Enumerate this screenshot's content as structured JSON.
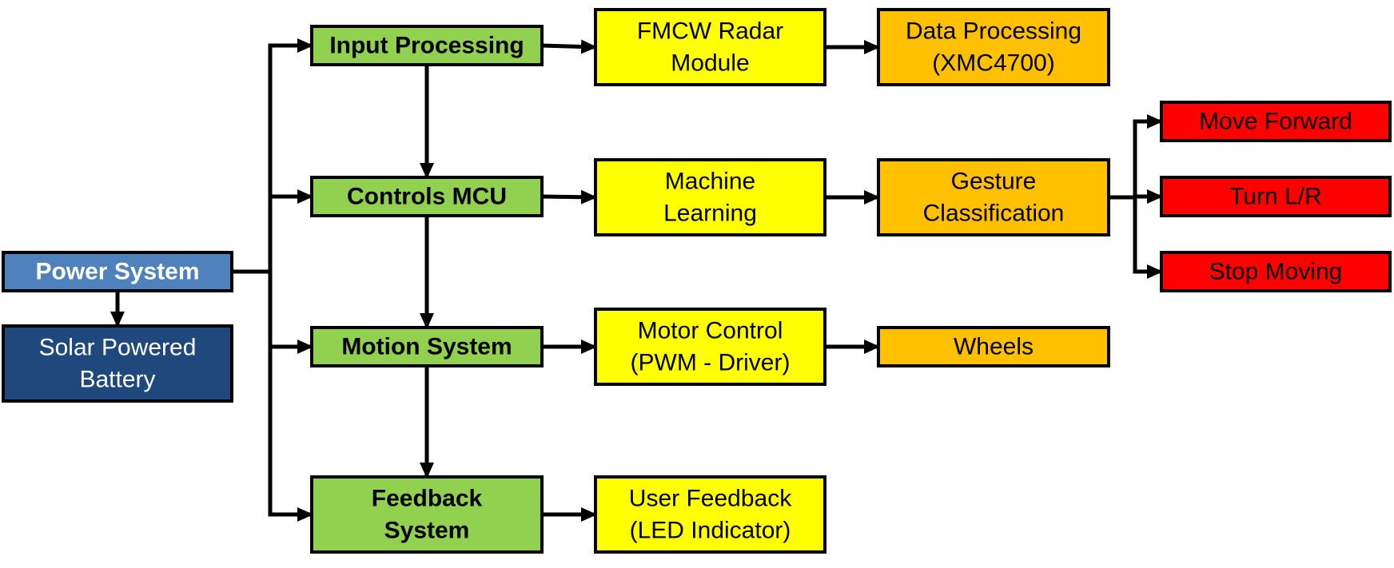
{
  "colors": {
    "green": "#92D050",
    "yellow": "#FFFF00",
    "orange": "#FFC000",
    "red": "#FF0000",
    "blue": "#4F81BD",
    "navy": "#1F497D",
    "line": "#000000"
  },
  "nodes": [
    {
      "id": "power-system",
      "lines": [
        "Power System"
      ],
      "fill": "blue",
      "text_color": "#FFFFFF",
      "bold": true
    },
    {
      "id": "solar-battery",
      "lines": [
        "Solar Powered",
        "Battery"
      ],
      "fill": "navy",
      "text_color": "#FFFFFF",
      "bold": false
    },
    {
      "id": "input-processing",
      "lines": [
        "Input Processing"
      ],
      "fill": "green",
      "text_color": "#000000",
      "bold": true
    },
    {
      "id": "controls-mcu",
      "lines": [
        "Controls MCU"
      ],
      "fill": "green",
      "text_color": "#000000",
      "bold": true
    },
    {
      "id": "motion-system",
      "lines": [
        "Motion System"
      ],
      "fill": "green",
      "text_color": "#000000",
      "bold": true
    },
    {
      "id": "feedback-system",
      "lines": [
        "Feedback",
        "System"
      ],
      "fill": "green",
      "text_color": "#000000",
      "bold": true
    },
    {
      "id": "fmcw-radar",
      "lines": [
        "FMCW Radar",
        "Module"
      ],
      "fill": "yellow",
      "text_color": "#000000",
      "bold": false
    },
    {
      "id": "machine-learning",
      "lines": [
        "Machine",
        "Learning"
      ],
      "fill": "yellow",
      "text_color": "#000000",
      "bold": false
    },
    {
      "id": "motor-control",
      "lines": [
        "Motor Control",
        "(PWM - Driver)"
      ],
      "fill": "yellow",
      "text_color": "#000000",
      "bold": false
    },
    {
      "id": "user-feedback",
      "lines": [
        "User Feedback",
        "(LED Indicator)"
      ],
      "fill": "yellow",
      "text_color": "#000000",
      "bold": false
    },
    {
      "id": "data-processing",
      "lines": [
        "Data Processing",
        "(XMC4700)"
      ],
      "fill": "orange",
      "text_color": "#000000",
      "bold": false
    },
    {
      "id": "gesture-classification",
      "lines": [
        "Gesture",
        "Classification"
      ],
      "fill": "orange",
      "text_color": "#000000",
      "bold": false
    },
    {
      "id": "wheels",
      "lines": [
        "Wheels"
      ],
      "fill": "orange",
      "text_color": "#000000",
      "bold": false
    },
    {
      "id": "move-forward",
      "lines": [
        "Move Forward"
      ],
      "fill": "red",
      "text_color": "#000000",
      "bold": false
    },
    {
      "id": "turn-lr",
      "lines": [
        "Turn L/R"
      ],
      "fill": "red",
      "text_color": "#000000",
      "bold": false
    },
    {
      "id": "stop-moving",
      "lines": [
        "Stop Moving"
      ],
      "fill": "red",
      "text_color": "#000000",
      "bold": false
    }
  ],
  "edges": [
    {
      "from": "power-system",
      "to": "solar-battery"
    },
    {
      "from": "power-system",
      "to": "input-processing"
    },
    {
      "from": "power-system",
      "to": "controls-mcu"
    },
    {
      "from": "power-system",
      "to": "motion-system"
    },
    {
      "from": "power-system",
      "to": "feedback-system"
    },
    {
      "from": "input-processing",
      "to": "fmcw-radar"
    },
    {
      "from": "fmcw-radar",
      "to": "data-processing"
    },
    {
      "from": "input-processing",
      "to": "controls-mcu"
    },
    {
      "from": "controls-mcu",
      "to": "machine-learning"
    },
    {
      "from": "machine-learning",
      "to": "gesture-classification"
    },
    {
      "from": "gesture-classification",
      "to": "move-forward"
    },
    {
      "from": "gesture-classification",
      "to": "turn-lr"
    },
    {
      "from": "gesture-classification",
      "to": "stop-moving"
    },
    {
      "from": "controls-mcu",
      "to": "motion-system"
    },
    {
      "from": "motion-system",
      "to": "motor-control"
    },
    {
      "from": "motor-control",
      "to": "wheels"
    },
    {
      "from": "motion-system",
      "to": "feedback-system"
    },
    {
      "from": "feedback-system",
      "to": "user-feedback"
    }
  ]
}
